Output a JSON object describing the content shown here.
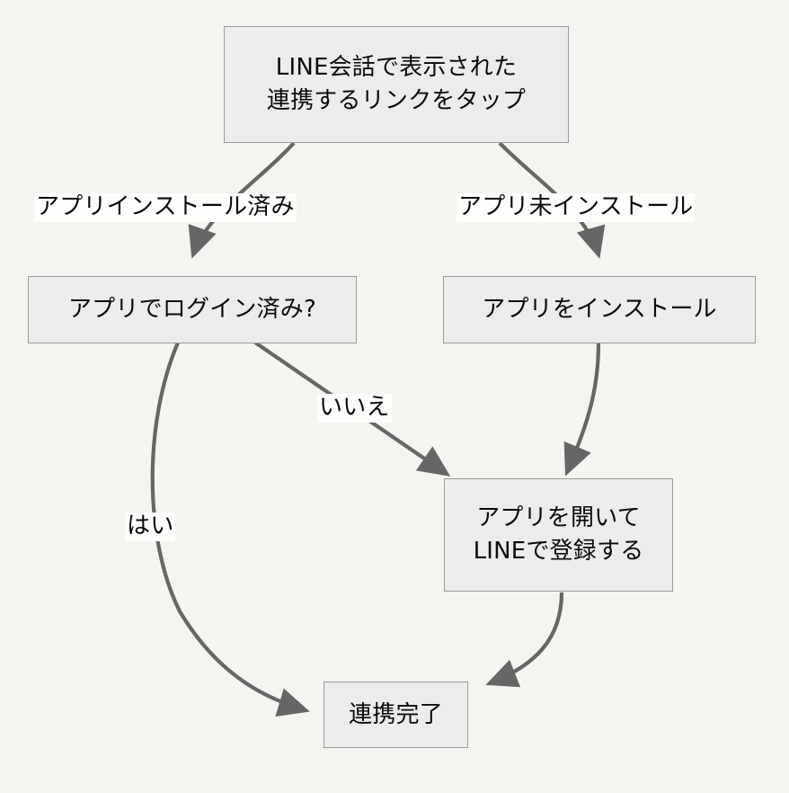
{
  "diagram": {
    "type": "flowchart",
    "direction": "top-down",
    "background_color": "#f5f4f0",
    "node_fill_color": "#ececec",
    "node_border_color": "#9c9c9c",
    "edge_color": "#666666",
    "text_color": "#0a0a0a",
    "nodes": [
      {
        "id": "start",
        "lines": [
          "LINE会話で表示された",
          "連携するリンクをタップ"
        ],
        "shape": "rect"
      },
      {
        "id": "logged_in",
        "lines": [
          "アプリでログイン済み?"
        ],
        "shape": "rect"
      },
      {
        "id": "install",
        "lines": [
          "アプリをインストール"
        ],
        "shape": "rect"
      },
      {
        "id": "open_register",
        "lines": [
          "アプリを開いて",
          "LINEで登録する"
        ],
        "shape": "rect"
      },
      {
        "id": "done",
        "lines": [
          "連携完了"
        ],
        "shape": "rect"
      }
    ],
    "edges": [
      {
        "from": "start",
        "to": "logged_in",
        "label": "アプリインストール済み"
      },
      {
        "from": "start",
        "to": "install",
        "label": "アプリ未インストール"
      },
      {
        "from": "logged_in",
        "to": "done",
        "label": "はい"
      },
      {
        "from": "logged_in",
        "to": "open_register",
        "label": "いいえ"
      },
      {
        "from": "install",
        "to": "open_register",
        "label": ""
      },
      {
        "from": "open_register",
        "to": "done",
        "label": ""
      }
    ]
  }
}
